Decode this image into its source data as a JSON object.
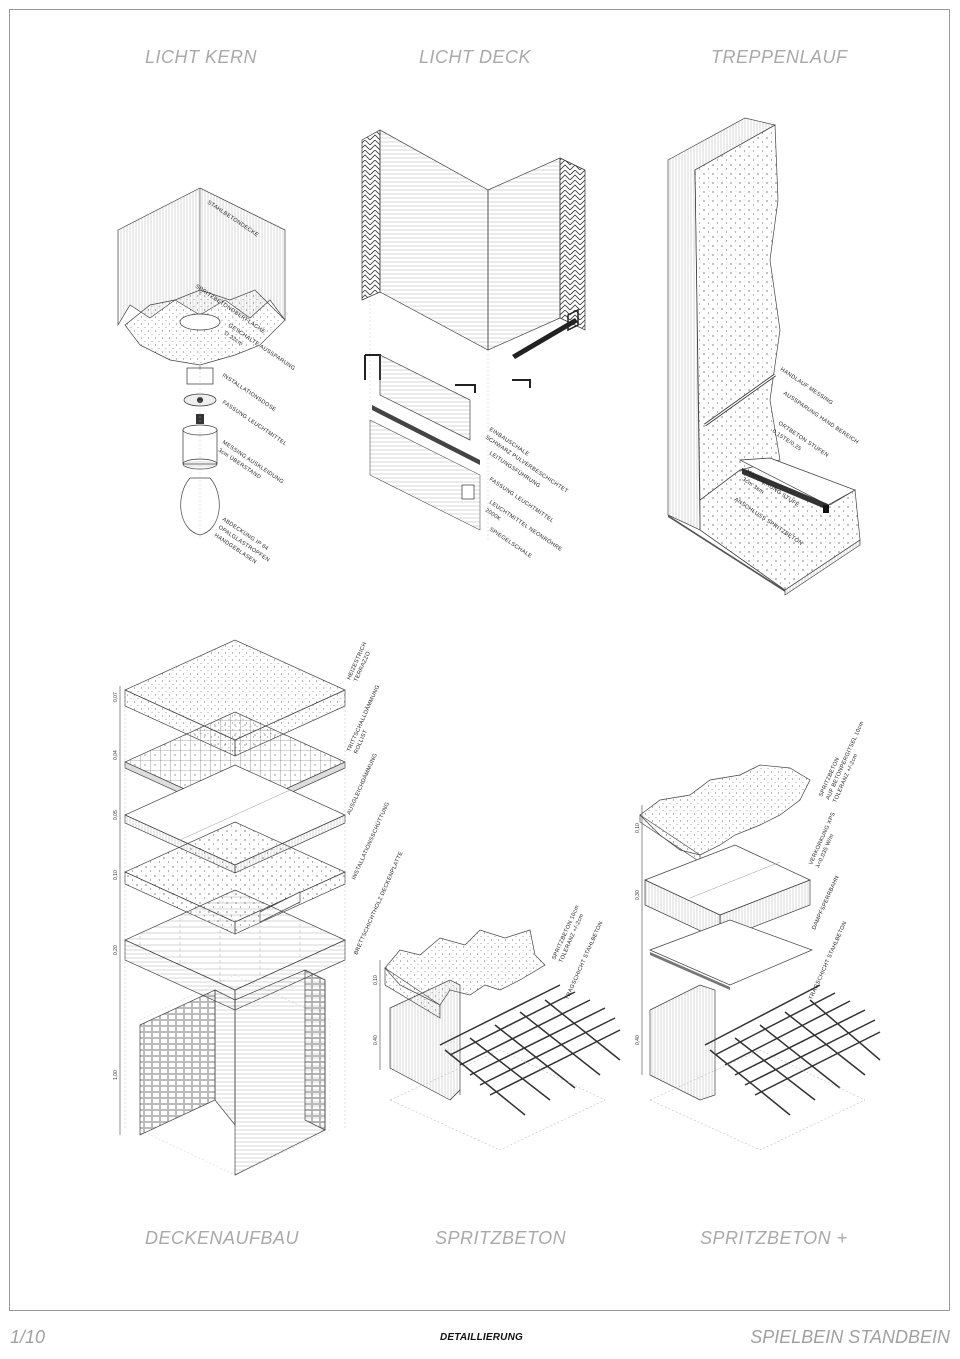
{
  "titles": {
    "licht_kern": "LICHT KERN",
    "licht_deck": "LICHT DECK",
    "treppenlauf": "TREPPENLAUF",
    "deckenaufbau": "DECKENAUFBAU",
    "spritzbeton": "SPRITZBETON",
    "spritzbeton_plus": "SPRITZBETON +"
  },
  "footer": {
    "page": "1/10",
    "section": "DETAILLIERUNG",
    "project": "SPIELBEIN STANDBEIN"
  },
  "licht_kern_labels": [
    "STAHLBETONDECKE",
    "SPRITZBETONOBERFLÄCHE",
    "GESCHALTE AUSSPARUNG",
    "D 22cm",
    "INSTALLATIONSDOSE",
    "FASSUNG LEUCHTMITTEL",
    "MESSING AUSKLEIDUNG",
    "3cm ÜBERSTAND",
    "ABDECKUNG IP 64",
    "OPALGLASTROPFEN",
    "HANDGEBLASEN"
  ],
  "licht_deck_labels": [
    "EINBAUSCHALE",
    "SCHWARZ PULVERBESCHICHTET",
    "LEITUNGSFÜHRUNG",
    "FASSUNG LEUCHTMITTEL",
    "LEUCHTMITTEL NEONRÖHRE",
    "2000K",
    "SPIEGELSCHALE"
  ],
  "treppenlauf_labels": [
    "HANDLAUF MESSING",
    "AUSSPARUNG HAND BEREICH",
    "ORTBETON STUFEN",
    "0,15TE/0,25",
    "MARKIERUNG STUFE",
    "3cm 3cm",
    "ANSCHLUSS SPRITZBETON"
  ],
  "deckenaufbau_labels": [
    "HEIZESTRICH",
    "TERRAZZO",
    "TRITTSCHALLDÄMMUNG",
    "ROLLIST",
    "AUSGLEICHDÄMMUNG",
    "INSTALLATIONSSCHÜTTUNG",
    "BRETTSCHICHTHOLZ DECKENPLATTE"
  ],
  "deckenaufbau_dims": [
    "0,07",
    "0,04",
    "0,05",
    "0,10",
    "0,20",
    "1,00"
  ],
  "spritzbeton_labels": [
    "SPRITZBETON 10cm",
    "TOLERANZ +/-2cm",
    "TRAGSCHICHT STAHLBETON"
  ],
  "spritzbeton_dims": [
    "0,10",
    "0,40"
  ],
  "spritzbeton_plus_labels": [
    "SPRITZBETON",
    "AUF BETONPERGITSEL 10cm",
    "TOLERANZ +/-2cm",
    "VERKORKUNG XPS",
    "λ=0,035 W/m",
    "DAMPFSPERRBAHN",
    "TRAGSCHICHT STAHLBETON"
  ],
  "spritzbeton_plus_dims": [
    "0,10",
    "0,30",
    "0,40"
  ]
}
